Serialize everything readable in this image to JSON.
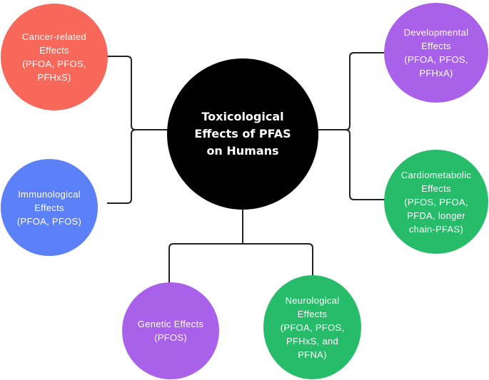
{
  "center": {
    "lines": [
      "Toxicological",
      "Effects of PFAS",
      "on Humans"
    ],
    "color": "#000000"
  },
  "nodes": {
    "cancer": {
      "lines": [
        "Cancer-related",
        "Effects",
        "(PFOA, PFOS,",
        "PFHxS)"
      ],
      "color": "#F7675A"
    },
    "immunological": {
      "lines": [
        "Immunological",
        "Effects",
        "(PFOA, PFOS)"
      ],
      "color": "#5B80F7"
    },
    "genetic": {
      "lines": [
        "Genetic Effects",
        "(PFOS)"
      ],
      "color": "#A861E8"
    },
    "neurological": {
      "lines": [
        "Neurological",
        "Effects",
        "(PFOA, PFOS,",
        "PFHxS, and",
        "PFNA)"
      ],
      "color": "#27BC6A"
    },
    "cardiometabolic": {
      "lines": [
        "Cardiometabolic",
        "Effects",
        "(PFOS, PFOA,",
        "PFDA, longer",
        "chain-PFAS)"
      ],
      "color": "#27BC6A"
    },
    "developmental": {
      "lines": [
        "Developmental",
        "Effects",
        "(PFOA, PFOS,",
        "PFHxA)"
      ],
      "color": "#A861E8"
    }
  }
}
